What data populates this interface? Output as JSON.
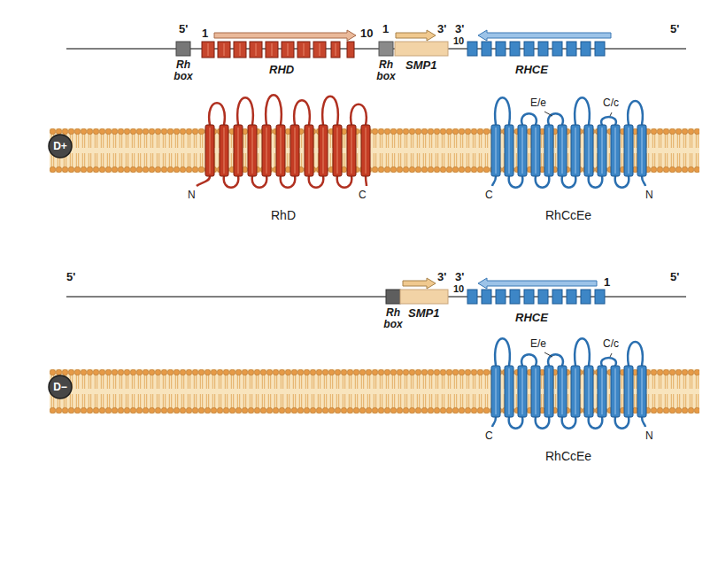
{
  "diagram": {
    "nodes": [
      {
        "text": [
          "D+"
        ]
      },
      {
        "text": [
          "D−"
        ]
      }
    ],
    "labels": [
      "5'",
      "1",
      "10",
      "1",
      "3'",
      "3'",
      "10",
      "5'",
      "Rh box",
      "RHD",
      "Rh box",
      "SMP1",
      "RHCE",
      "E/e",
      "C/c",
      "N",
      "C",
      "RhD",
      "C",
      "N",
      "RhCcEe",
      "5'",
      "3'",
      "3'",
      "10",
      "1",
      "5'",
      "Rh box",
      "SMP1",
      "RHCE",
      "E/e",
      "C/c",
      "C",
      "N",
      "RhCcEe"
    ]
  }
}
